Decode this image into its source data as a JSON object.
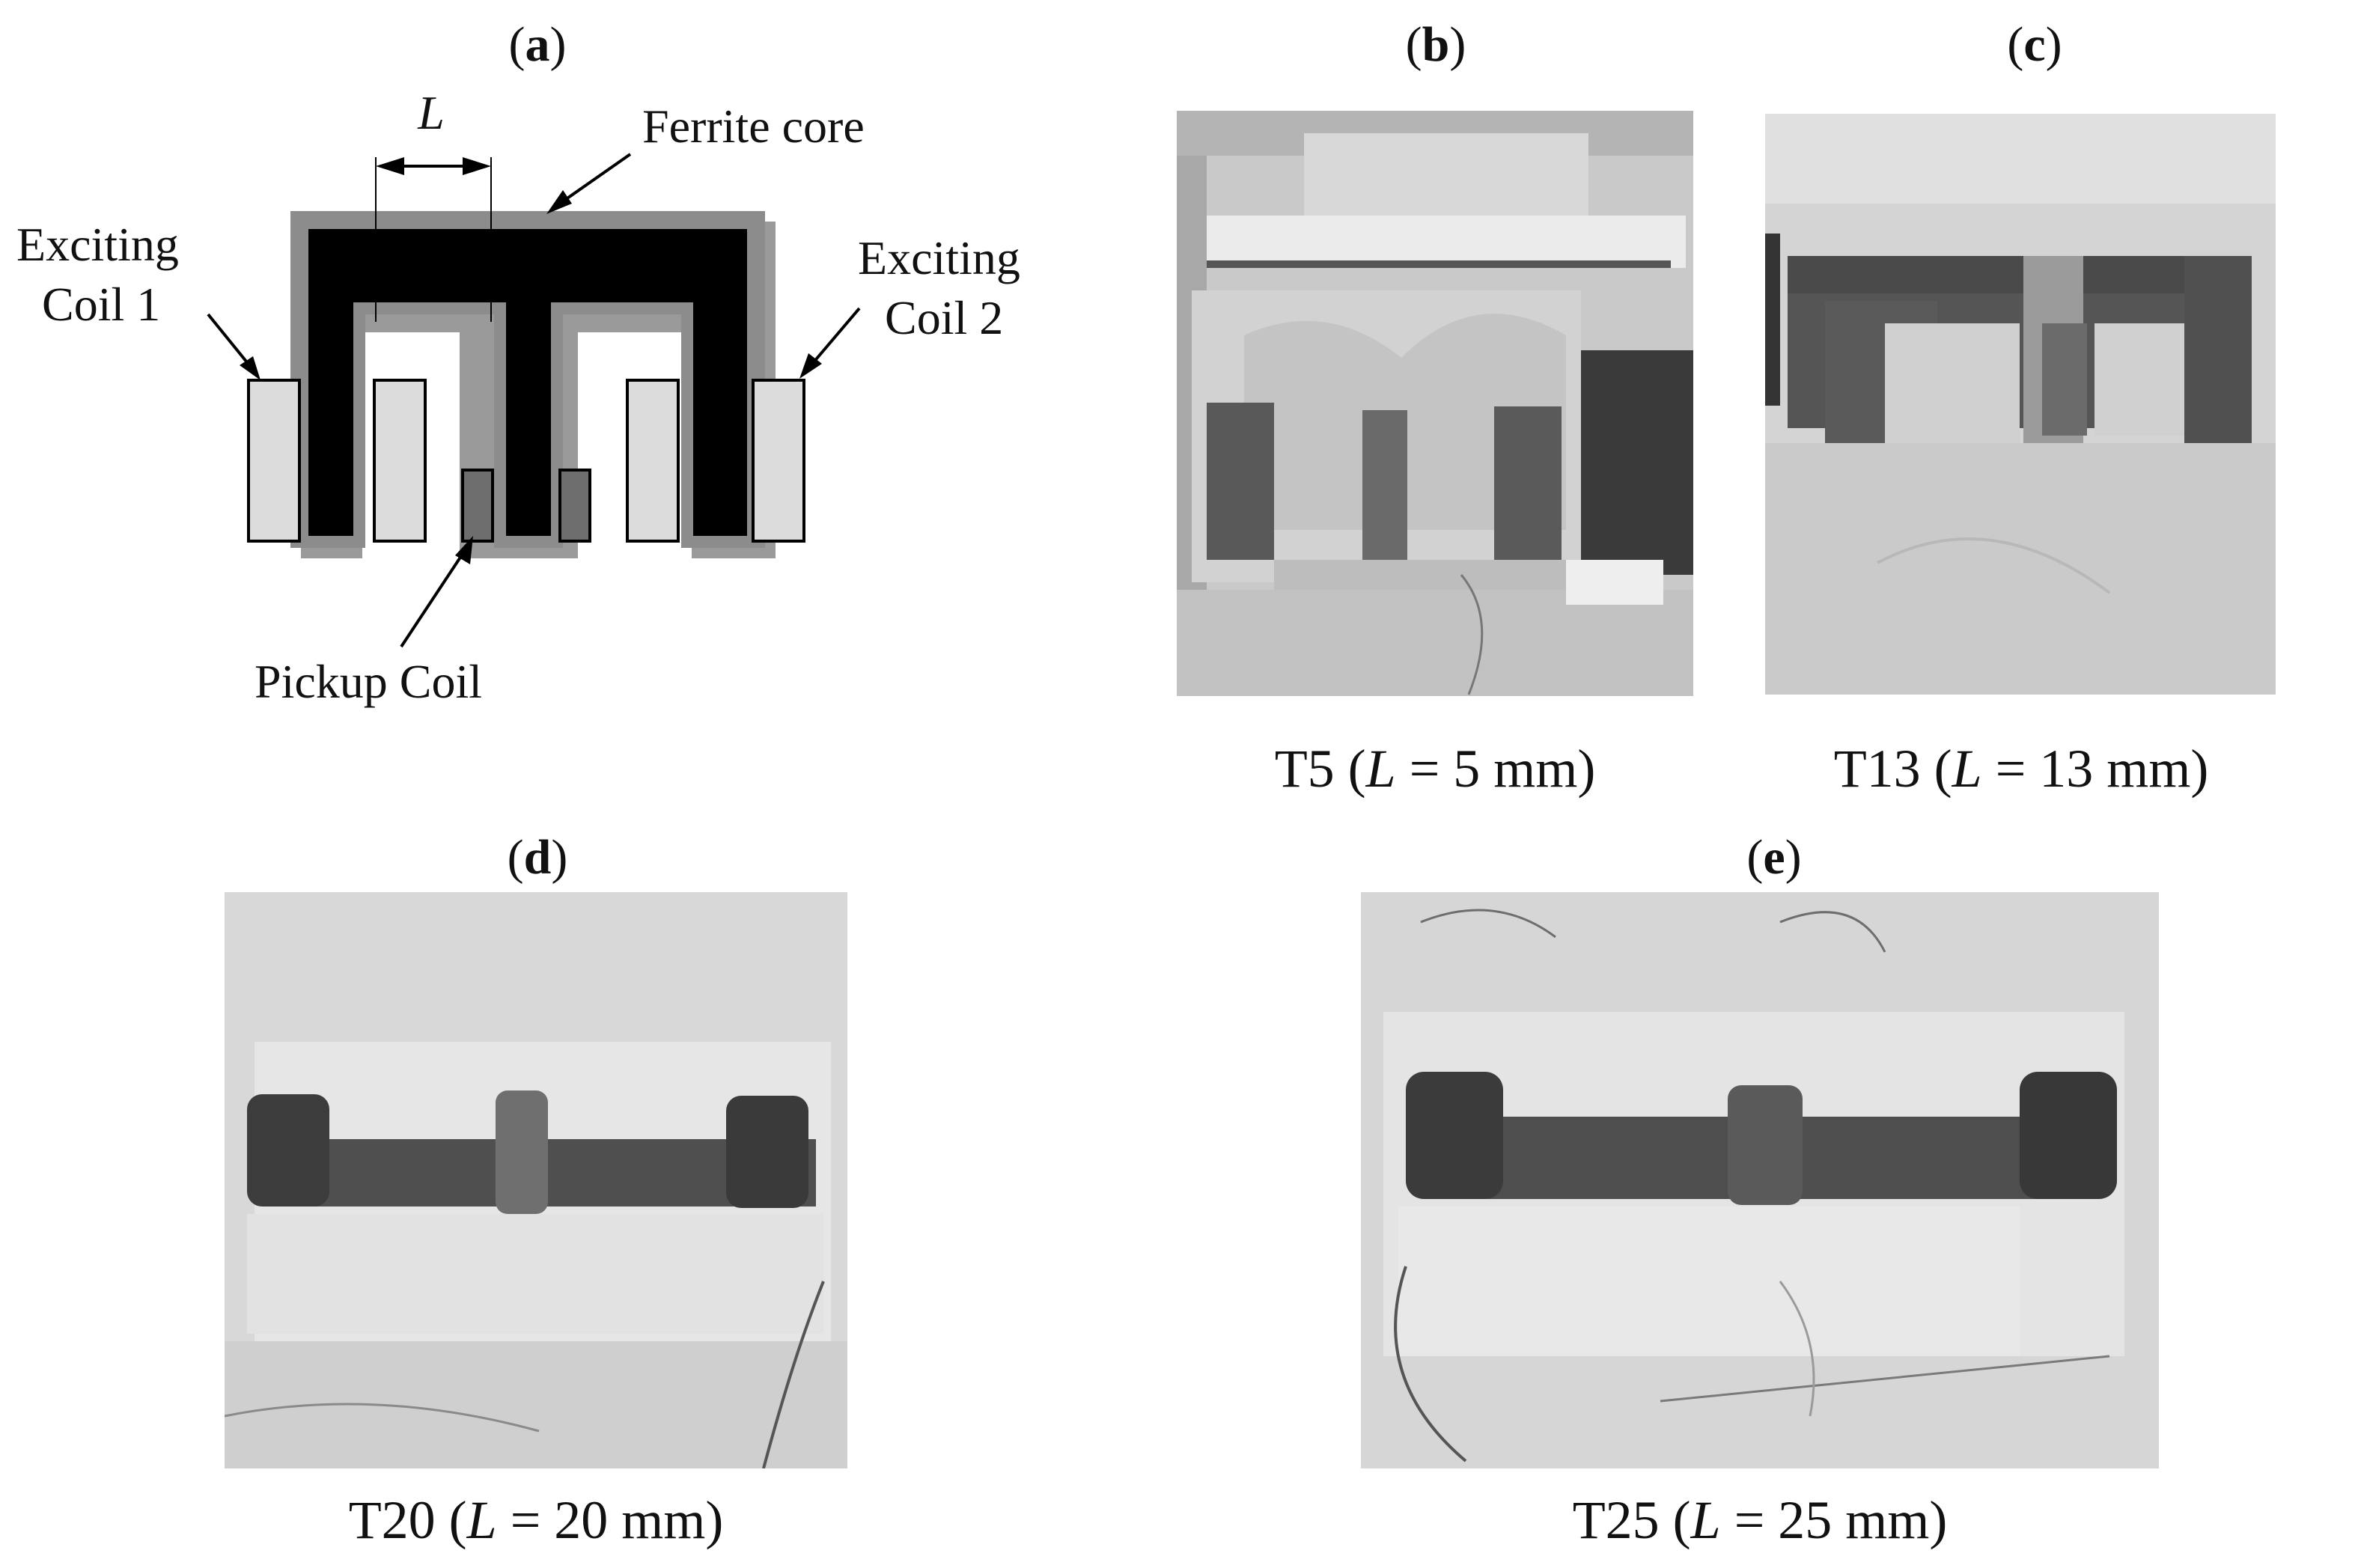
{
  "panels": {
    "a": {
      "letter": "a"
    },
    "b": {
      "letter": "b"
    },
    "c": {
      "letter": "c"
    },
    "d": {
      "letter": "d"
    },
    "e": {
      "letter": "e"
    }
  },
  "diagram": {
    "length_symbol": "L",
    "ferrite_core": "Ferrite core",
    "exciting_coil_1_line1": "Exciting",
    "exciting_coil_1_line2": "Coil 1",
    "exciting_coil_2_line1": "Exciting",
    "exciting_coil_2_line2": "Coil 2",
    "pickup_coil": "Pickup Coil"
  },
  "captions": {
    "b": {
      "name": "T5",
      "sym": "L",
      "value": " = 5 mm)"
    },
    "c": {
      "name": "T13",
      "sym": "L",
      "value": " = 13 mm)"
    },
    "d": {
      "name": "T20",
      "sym": "L",
      "value": " = 20 mm)"
    },
    "e": {
      "name": "T25",
      "sym": "L",
      "value": " = 25 mm)"
    }
  }
}
